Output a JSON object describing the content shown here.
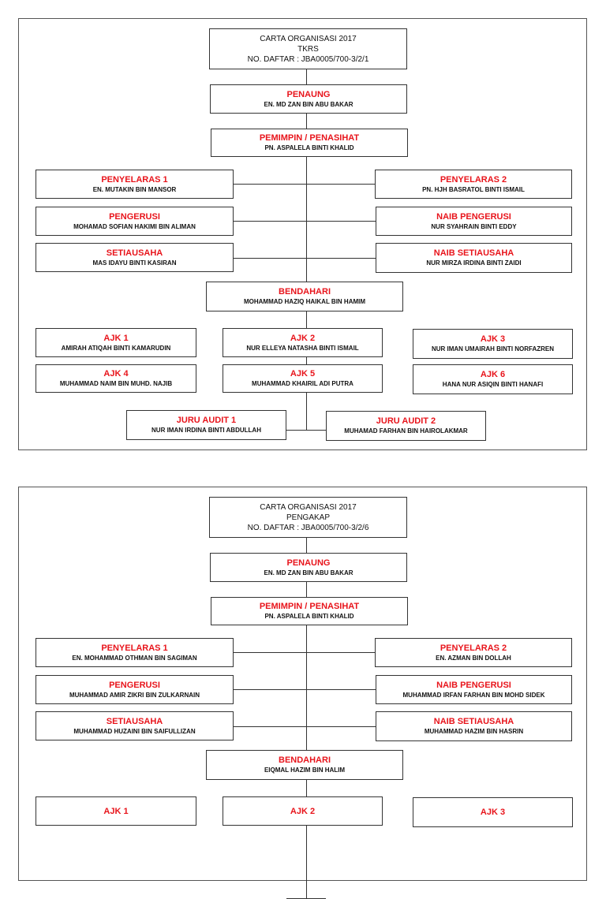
{
  "charts": [
    {
      "header": {
        "line1": "CARTA ORGANISASI 2017",
        "line2": "TKRS",
        "line3": "NO. DAFTAR : JBA0005/700-3/2/1"
      },
      "members": [
        {
          "role": "PENAUNG",
          "name": "EN. MD ZAN BIN ABU BAKAR"
        },
        {
          "role": "PEMIMPIN / PENASIHAT",
          "name": "PN. ASPALELA BINTI KHALID"
        },
        {
          "role": "PENYELARAS 1",
          "name": "EN. MUTAKIN BIN MANSOR"
        },
        {
          "role": "PENYELARAS 2",
          "name": "PN. HJH BASRATOL BINTI ISMAIL"
        },
        {
          "role": "PENGERUSI",
          "name": "MOHAMAD SOFIAN HAKIMI BIN ALIMAN"
        },
        {
          "role": "NAIB PENGERUSI",
          "name": "NUR SYAHRAIN BINTI EDDY"
        },
        {
          "role": "SETIAUSAHA",
          "name": "MAS IDAYU BINTI KASIRAN"
        },
        {
          "role": "NAIB SETIAUSAHA",
          "name": "NUR MIRZA IRDINA BINTI ZAIDI"
        },
        {
          "role": "BENDAHARI",
          "name": "MOHAMMAD HAZIQ HAIKAL BIN HAMIM"
        },
        {
          "role": "AJK 1",
          "name": "AMIRAH ATIQAH BINTI KAMARUDIN"
        },
        {
          "role": "AJK 2",
          "name": "NUR ELLEYA NATASHA BINTI ISMAIL"
        },
        {
          "role": "AJK 3",
          "name": "NUR IMAN UMAIRAH BINTI NORFAZREN"
        },
        {
          "role": "AJK 4",
          "name": "MUHAMMAD NAIM BIN MUHD. NAJIB"
        },
        {
          "role": "AJK 5",
          "name": "MUHAMMAD KHAIRIL ADI PUTRA"
        },
        {
          "role": "AJK 6",
          "name": "HANA NUR ASIQIN BINTI HANAFI"
        },
        {
          "role": "JURU AUDIT 1",
          "name": "NUR IMAN IRDINA BINTI ABDULLAH"
        },
        {
          "role": "JURU AUDIT 2",
          "name": "MUHAMAD FARHAN BIN HAIROLAKMAR"
        }
      ]
    },
    {
      "header": {
        "line1": "CARTA ORGANISASI 2017",
        "line2": "PENGAKAP",
        "line3": "NO. DAFTAR : JBA0005/700-3/2/6"
      },
      "members": [
        {
          "role": "PENAUNG",
          "name": "EN. MD ZAN BIN ABU BAKAR"
        },
        {
          "role": "PEMIMPIN / PENASIHAT",
          "name": "PN. ASPALELA BINTI KHALID"
        },
        {
          "role": "PENYELARAS 1",
          "name": "EN. MOHAMMAD OTHMAN BIN SAGIMAN"
        },
        {
          "role": "PENYELARAS 2",
          "name": "EN. AZMAN BIN DOLLAH"
        },
        {
          "role": "PENGERUSI",
          "name": "MUHAMMAD AMIR ZIKRI BIN ZULKARNAIN"
        },
        {
          "role": "NAIB PENGERUSI",
          "name": "MUHAMMAD IRFAN FARHAN BIN MOHD SIDEK"
        },
        {
          "role": "SETIAUSAHA",
          "name": "MUHAMMAD HUZAINI BIN SAIFULLIZAN"
        },
        {
          "role": "NAIB SETIAUSAHA",
          "name": "MUHAMMAD HAZIM BIN HASRIN"
        },
        {
          "role": "BENDAHARI",
          "name": "EIQMAL HAZIM BIN HALIM"
        },
        {
          "role": "AJK 1"
        },
        {
          "role": "AJK 2"
        },
        {
          "role": "AJK 3"
        }
      ]
    }
  ],
  "colors": {
    "role": "#e8141b",
    "name": "#111111",
    "border": "#333333"
  }
}
